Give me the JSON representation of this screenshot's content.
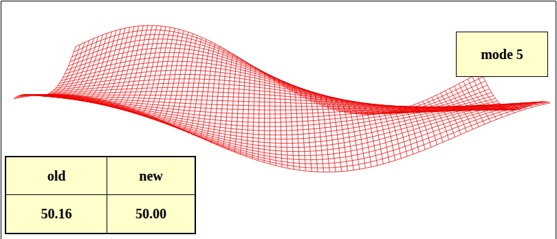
{
  "diagram": {
    "nodes": [
      {
        "text": [
          "mode 5"
        ]
      }
    ],
    "labels": [
      "old",
      "new",
      "50.16",
      "50.00"
    ]
  }
}
